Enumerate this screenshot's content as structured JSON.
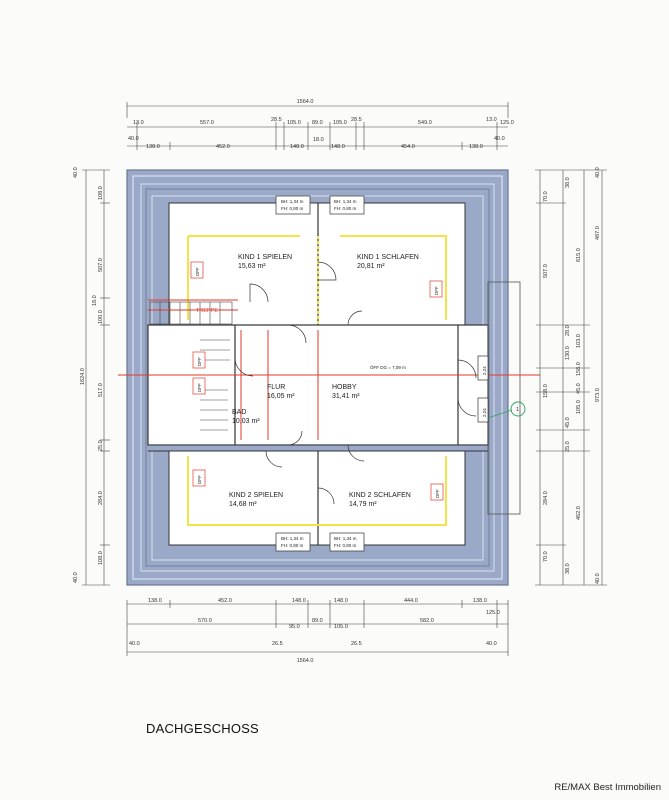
{
  "plan": {
    "title": "DACHGESCHOSS",
    "watermark": "RE/MAX Best Immobilien",
    "colors": {
      "roof": "#9ba9c9",
      "roof_edge": "#6b7690",
      "wall": "#ffffff",
      "yellow": "#f3e24a",
      "red": "#e23a2a",
      "green": "#2aa35c"
    },
    "rooms": {
      "kind1_spielen": {
        "name": "KIND 1 SPIELEN",
        "area": "15,63 m²"
      },
      "kind1_schlafen": {
        "name": "KIND 1 SCHLAFEN",
        "area": "20,81 m²"
      },
      "flur": {
        "name": "FLUR",
        "area": "16,05 m²"
      },
      "hobby": {
        "name": "HOBBY",
        "area": "31,41 m²"
      },
      "bad": {
        "name": "BAD",
        "area": "10,03 m²"
      },
      "kind2_spielen": {
        "name": "KIND 2 SPIELEN",
        "area": "14,68 m²"
      },
      "kind2_schlafen": {
        "name": "KIND 2 SCHLAFEN",
        "area": "14,79 m²"
      }
    },
    "annotations": {
      "stair": "TREPPE",
      "opening": "ÖFF DG = 7,09 m",
      "marker": "1"
    },
    "windows": {
      "bh": "BH: 1,34 m",
      "fh": "FH: 0,80 m",
      "side": "2,24"
    },
    "fireplace": "DFF",
    "dims_top": {
      "total": "1564.0",
      "row2": [
        "13.0",
        "557.0",
        "28.5",
        "105.0",
        "89.0",
        "105.0",
        "28.5",
        "549.0",
        "13.0",
        "125.0"
      ],
      "row3": [
        "40.0",
        "138.0",
        "452.0",
        "148.0",
        "18.0",
        "148.0",
        "454.0",
        "138.0",
        "40.0"
      ]
    },
    "dims_bottom": {
      "row1": [
        "138.0",
        "452.0",
        "148.0",
        "148.0",
        "444.0",
        "138.0",
        "125.0"
      ],
      "row2": [
        "570.0",
        "95.0",
        "89.0",
        "105.0",
        "582.0"
      ],
      "row3": [
        "40.0",
        "26.5",
        "26.5",
        "40.0"
      ],
      "total": "1564.0"
    },
    "dims_left": [
      "40.0",
      "108.0",
      "507.0",
      "18.0",
      "100.0",
      "1624.0",
      "517.0",
      "25.0",
      "284.0",
      "108.0",
      "40.0"
    ],
    "dims_right": [
      "40.0",
      "38.0",
      "70.0",
      "487.0",
      "615.0",
      "507.0",
      "28.0",
      "103.0",
      "130.0",
      "158.0",
      "45.0",
      "105.0",
      "158.0",
      "45.0",
      "25.0",
      "973.0",
      "284.0",
      "462.0",
      "70.0",
      "38.0",
      "40.0"
    ]
  }
}
